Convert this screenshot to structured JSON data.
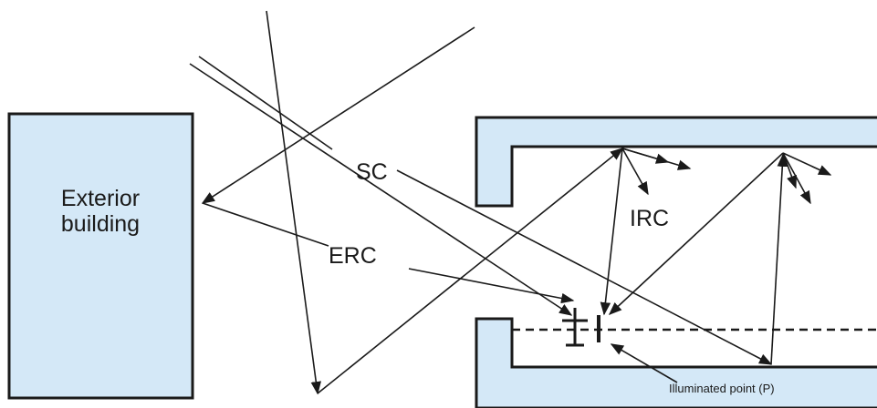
{
  "labels": {
    "exterior_building_line1": "Exterior",
    "exterior_building_line2": "building",
    "sc": "SC",
    "erc": "ERC",
    "irc": "IRC",
    "illuminated_point": "Illuminated point (P)"
  },
  "colors": {
    "wall_fill": "#d4e8f7",
    "stroke": "#1a1a1a",
    "background": "#ffffff"
  }
}
